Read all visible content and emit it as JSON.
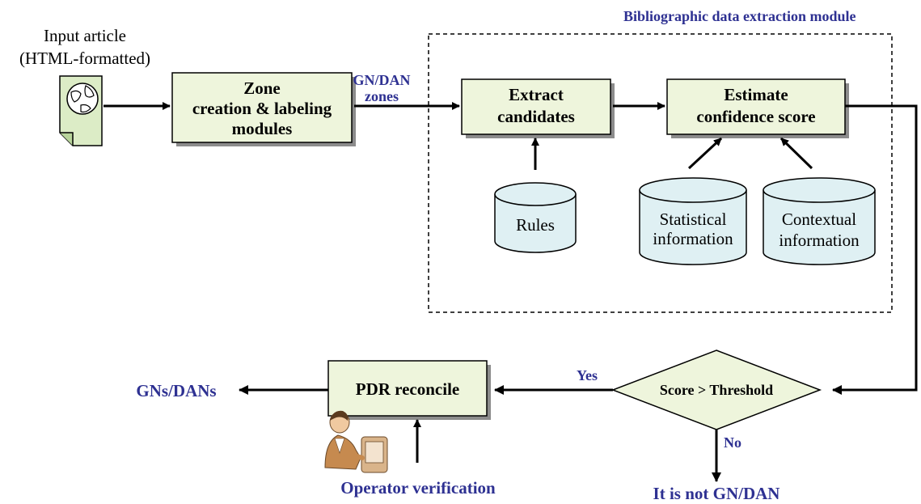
{
  "module_title": "Bibliographic data extraction module",
  "input": {
    "line1": "Input article",
    "line2": "(HTML-formatted)"
  },
  "zone_box": {
    "line1": "Zone",
    "line2": "creation & labeling",
    "line3": "modules"
  },
  "gn_dan_zones": {
    "line1": "GN/DAN",
    "line2": "zones"
  },
  "extract_box": {
    "line1": "Extract",
    "line2": "candidates"
  },
  "estimate_box": {
    "line1": "Estimate",
    "line2": "confidence score"
  },
  "rules_db": {
    "label": "Rules"
  },
  "statistical_db": {
    "line1": "Statistical",
    "line2": "information"
  },
  "contextual_db": {
    "line1": "Contextual",
    "line2": "information"
  },
  "decision": {
    "label": "Score > Threshold",
    "yes": "Yes",
    "no": "No"
  },
  "pdr_box": {
    "label": "PDR reconcile"
  },
  "outputs": {
    "gns_dans": "GNs/DANs",
    "not_gn_dan": "It is not GN/DAN",
    "operator": "Operator verification"
  },
  "icons": {
    "input": "globe-document-icon",
    "operator": "operator-at-computer-icon"
  },
  "colors": {
    "box_fill": "#eef5dc",
    "cylinder_fill": "#dff0f3",
    "label_blue": "#2e3192"
  }
}
